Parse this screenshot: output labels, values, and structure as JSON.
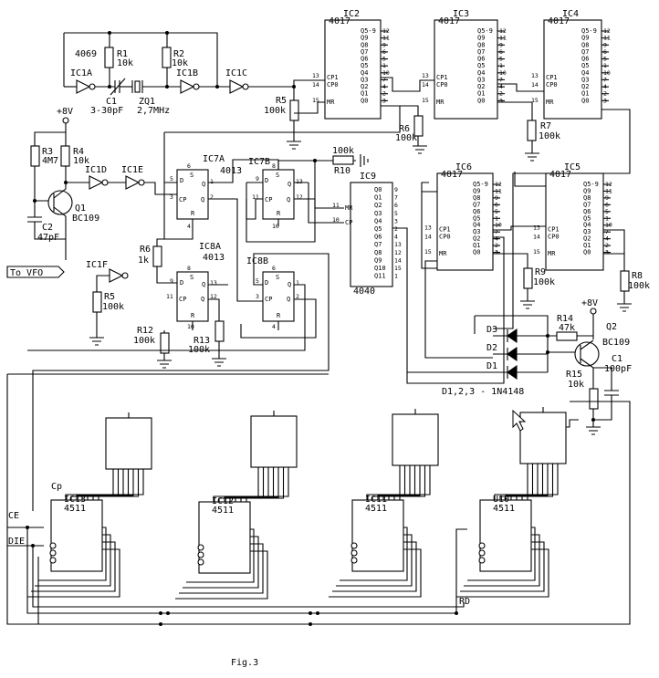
{
  "figure_caption": "Fig.3",
  "diode_note": "D1,2,3 - 1N4148",
  "supply": "+8V",
  "supply2": "+8V",
  "to_vfo": "To VFO",
  "chips": {
    "ic2": {
      "name": "IC2",
      "part": "4017"
    },
    "ic3": {
      "name": "IC3",
      "part": "4017"
    },
    "ic4": {
      "name": "IC4",
      "part": "4017"
    },
    "ic5": {
      "name": "IC5",
      "part": "4017"
    },
    "ic6": {
      "name": "IC6",
      "part": "4017"
    },
    "ic9": {
      "name": "IC9",
      "part": "4040"
    },
    "ic7a": {
      "name": "IC7A",
      "part": "4013"
    },
    "ic7b": {
      "name": "IC7B"
    },
    "ic8a": {
      "name": "IC8A",
      "part": "4013"
    },
    "ic8b": {
      "name": "IC8B"
    },
    "ic13": {
      "name": "IC13",
      "part": "4511"
    },
    "ic12": {
      "name": "IC12",
      "part": "4511"
    },
    "ic11": {
      "name": "IC11",
      "part": "4511"
    },
    "u10": {
      "name": "U10",
      "part": "4511"
    }
  },
  "gates": {
    "ic1a": "IC1A",
    "ic1b": "IC1B",
    "ic1c": "IC1C",
    "ic1d": "IC1D",
    "ic1e": "IC1E",
    "ic1f": "IC1F",
    "hex": "4069"
  },
  "components": {
    "r1": {
      "name": "R1",
      "value": "10k"
    },
    "r2": {
      "name": "R2",
      "value": "10k"
    },
    "r3": {
      "name": "R3",
      "value": "4M7"
    },
    "r4": {
      "name": "R4",
      "value": "10k"
    },
    "r5a": {
      "name": "R5",
      "value": "100k"
    },
    "r5b": {
      "name": "R5",
      "value": "100k"
    },
    "r6a": {
      "name": "R6",
      "value": "100k"
    },
    "r6b": {
      "name": "R6",
      "value": "1k"
    },
    "r7": {
      "name": "R7",
      "value": "100k"
    },
    "r8": {
      "name": "R8",
      "value": "100k"
    },
    "r9": {
      "name": "R9",
      "value": "100k"
    },
    "r10": {
      "name": "R10",
      "value": "100k"
    },
    "r12": {
      "name": "R12",
      "value": "100k"
    },
    "r13": {
      "name": "R13",
      "value": "100k"
    },
    "r14": {
      "name": "R14",
      "value": "47k"
    },
    "r15": {
      "name": "R15",
      "value": "10k"
    },
    "c1a": {
      "name": "C1",
      "value": "3-30pF"
    },
    "c1b": {
      "name": "C1",
      "value": "100pF"
    },
    "c2": {
      "name": "C2",
      "value": "47pF"
    },
    "zq1": {
      "name": "ZQ1",
      "value": "2,7MHz"
    },
    "q1": {
      "name": "Q1",
      "value": "BC109"
    },
    "q2": {
      "name": "Q2",
      "value": "BC109"
    },
    "d1": "D1",
    "d2": "D2",
    "d3": "D3"
  },
  "decade_pins": [
    "Q5-9",
    "Q9",
    "Q8",
    "Q7",
    "Q6",
    "Q5",
    "Q4",
    "Q3",
    "Q2",
    "Q1",
    "Q0"
  ],
  "decade_pin_nums": [
    "12",
    "11",
    "9",
    "6",
    "5",
    "1",
    "10",
    "7",
    "4",
    "2",
    "3"
  ],
  "decade_ctrl": {
    "cp1": "CP1",
    "cp0": "CP0",
    "mr": "MR",
    "n13": "13",
    "n14": "14",
    "n15": "15"
  },
  "counter_pins": [
    "Q11",
    "Q10",
    "Q9",
    "Q8",
    "Q7",
    "Q6",
    "Q5",
    "Q4",
    "Q3",
    "Q2",
    "Q1",
    "Q0"
  ],
  "counter_pin_nums": [
    "1",
    "15",
    "14",
    "12",
    "13",
    "4",
    "2",
    "3",
    "5",
    "6",
    "7",
    "9"
  ],
  "ff_pins": {
    "d": "D",
    "s": "S",
    "r": "R",
    "cp": "CP",
    "q": "Q",
    "qn": "Q"
  },
  "signals": {
    "ce": "CE",
    "die": "DIE",
    "rd": "RD",
    "cp": "Cp"
  }
}
